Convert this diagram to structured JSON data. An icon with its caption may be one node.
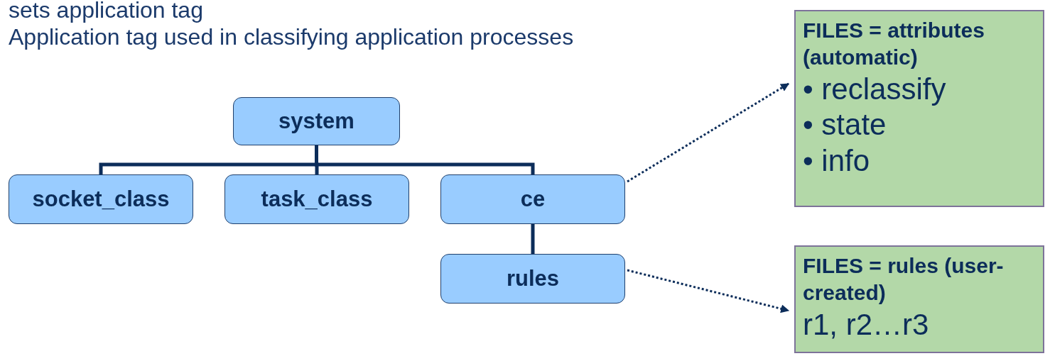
{
  "diagram": {
    "nodes": [
      {
        "text": [
          "system"
        ]
      },
      {
        "text": [
          "socket_class"
        ]
      },
      {
        "text": [
          "task_class"
        ]
      },
      {
        "text": [
          "ce"
        ]
      },
      {
        "text": [
          "rules"
        ]
      },
      {
        "text": [
          "FILES = attributes (automatic)",
          "• reclassify",
          "• state",
          "• info"
        ]
      },
      {
        "text": [
          "FILES = rules (user-created)",
          "r1, r2…r3"
        ]
      }
    ],
    "edges": [
      {
        "from": 0,
        "to": 1,
        "arrow": "none"
      },
      {
        "from": 0,
        "to": 2,
        "arrow": "none"
      },
      {
        "from": 0,
        "to": 3,
        "arrow": "none"
      },
      {
        "from": 3,
        "to": 4,
        "arrow": "none"
      },
      {
        "from": 3,
        "to": 5,
        "arrow": "to",
        "style": "dashed"
      },
      {
        "from": 4,
        "to": 6,
        "arrow": "to",
        "style": "dashed"
      }
    ],
    "labels": [
      "sets application tag",
      "Application tag used in classifying application processes"
    ]
  }
}
